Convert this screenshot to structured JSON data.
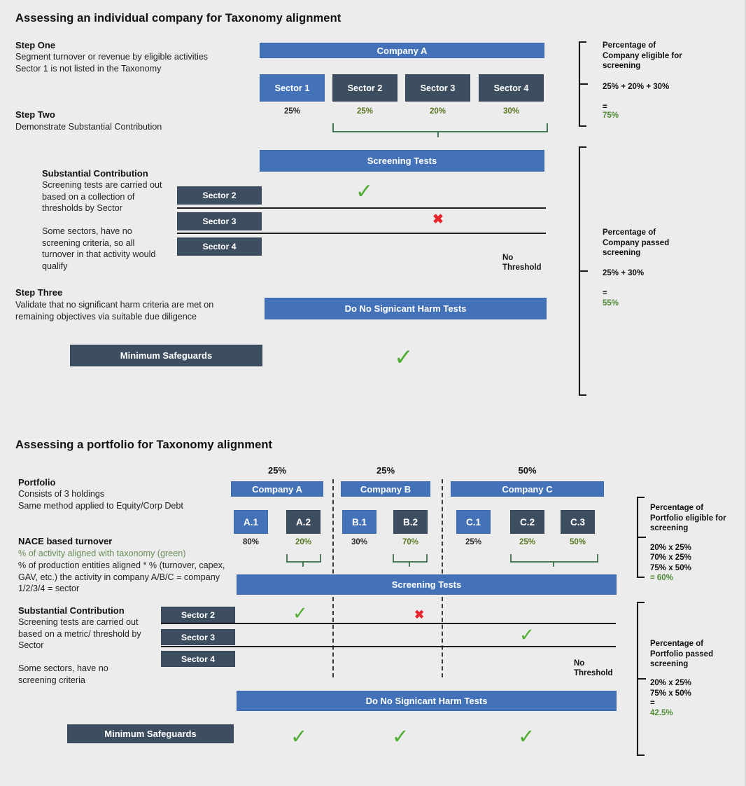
{
  "section1": {
    "title": "Assessing an individual company for Taxonomy alignment",
    "steps": [
      {
        "head": "Step One",
        "body": "Segment turnover or revenue by eligible activities\nSector 1 is not listed in the Taxonomy"
      },
      {
        "head": "Step Two",
        "body": "Demonstrate Substantial Contribution"
      },
      {
        "head": "Substantial Contribution",
        "body": "Screening tests are carried out based on a collection of thresholds by Sector",
        "body2": "Some sectors, have no screening criteria, so all turnover in that activity would qualify"
      },
      {
        "head": "Step Three",
        "body": "Validate that no significant harm criteria are met on remaining objectives via suitable due diligence"
      }
    ],
    "company_bar": "Company A",
    "sectors": [
      {
        "label": "Sector 1",
        "pct": "25%",
        "aligned": false
      },
      {
        "label": "Sector 2",
        "pct": "25%",
        "aligned": true
      },
      {
        "label": "Sector 3",
        "pct": "20%",
        "aligned": true
      },
      {
        "label": "Sector 4",
        "pct": "30%",
        "aligned": true
      }
    ],
    "screening_bar": "Screening Tests",
    "screening_rows": [
      {
        "label": "Sector 2",
        "mark": "check"
      },
      {
        "label": "Sector 3",
        "mark": "cross"
      },
      {
        "label": "Sector 4",
        "mark": "none"
      }
    ],
    "no_threshold": "No\nThreshold",
    "dnsh_bar": "Do No Signicant Harm Tests",
    "safeguards_bar": "Minimum Safeguards",
    "dnsh_mark": "check",
    "annotation_eligible": {
      "head": "Percentage of Company eligible for screening",
      "calc": "25% + 20% + 30%",
      "equals": "=",
      "result": "75%"
    },
    "annotation_passed": {
      "head": "Percentage of Company passed screening",
      "calc": "25% + 30%",
      "equals": "=",
      "result": "55%"
    }
  },
  "section2": {
    "title": "Assessing a portfolio for Taxonomy alignment",
    "blocks": [
      {
        "head": "Portfolio",
        "body": "Consists of 3 holdings\nSame method applied to Equity/Corp Debt"
      },
      {
        "head": "NACE based turnover",
        "green_line": "% of activity aligned with taxonomy (green)",
        "body": "% of production entities aligned * % (turnover, capex, GAV, etc.) the activity in company A/B/C = company 1/2/3/4 = sector"
      },
      {
        "head": "Substantial Contribution",
        "body": "Screening tests are carried out based on a metric/ threshold by Sector",
        "body2": "Some sectors, have no screening criteria"
      }
    ],
    "companies": [
      {
        "weight": "25%",
        "name": "Company A",
        "holdings": [
          {
            "label": "A.1",
            "pct": "80%",
            "aligned": false
          },
          {
            "label": "A.2",
            "pct": "20%",
            "aligned": true
          }
        ]
      },
      {
        "weight": "25%",
        "name": "Company B",
        "holdings": [
          {
            "label": "B.1",
            "pct": "30%",
            "aligned": false
          },
          {
            "label": "B.2",
            "pct": "70%",
            "aligned": true
          }
        ]
      },
      {
        "weight": "50%",
        "name": "Company C",
        "holdings": [
          {
            "label": "C.1",
            "pct": "25%",
            "aligned": false
          },
          {
            "label": "C.2",
            "pct": "25%",
            "aligned": true
          },
          {
            "label": "C.3",
            "pct": "50%",
            "aligned": true
          }
        ]
      }
    ],
    "screening_bar": "Screening Tests",
    "screening_rows": [
      {
        "label": "Sector 2",
        "marks": [
          "check",
          "cross",
          "none"
        ]
      },
      {
        "label": "Sector 3",
        "marks": [
          "none",
          "none",
          "check"
        ]
      },
      {
        "label": "Sector 4",
        "marks": [
          "none",
          "none",
          "none"
        ]
      }
    ],
    "no_threshold": "No\nThreshold",
    "dnsh_bar": "Do No Signicant Harm Tests",
    "safeguards_bar": "Minimum Safeguards",
    "dnsh_marks": [
      "check",
      "check",
      "check"
    ],
    "annotation_eligible": {
      "head": "Percentage of Portfolio eligible for screening",
      "calc_lines": [
        "20% x 25%",
        "70% x 25%",
        "75% x 50%"
      ],
      "result": "= 60%"
    },
    "annotation_passed": {
      "head": "Percentage of Portfolio passed screening",
      "calc_lines": [
        "20% x 25%",
        "75% x 50%"
      ],
      "equals": "=",
      "result": "42.5%"
    }
  },
  "colors": {
    "blue": "#4472b8",
    "navy": "#3e4e61",
    "green_bracket": "#2f6b42",
    "check_green": "#4fae33",
    "cross_red": "#e8252c",
    "result_green": "#4e8a35",
    "background": "#ececec"
  },
  "icons": {
    "check": "✓",
    "cross": "✖"
  }
}
